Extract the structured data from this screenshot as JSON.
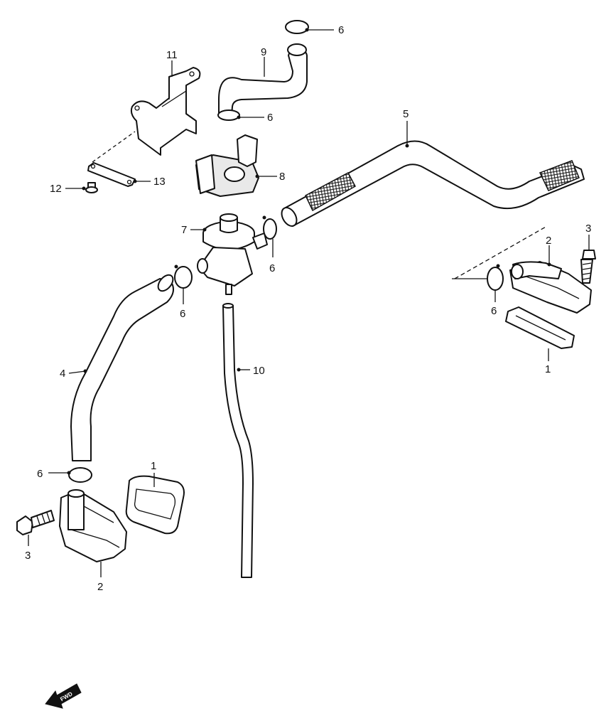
{
  "diagram": {
    "callouts": [
      {
        "id": "c11",
        "text": "11"
      },
      {
        "id": "c9",
        "text": "9"
      },
      {
        "id": "c6a",
        "text": "6"
      },
      {
        "id": "c6b",
        "text": "6"
      },
      {
        "id": "c5",
        "text": "5"
      },
      {
        "id": "c8",
        "text": "8"
      },
      {
        "id": "c12",
        "text": "12"
      },
      {
        "id": "c13",
        "text": "13"
      },
      {
        "id": "c7",
        "text": "7"
      },
      {
        "id": "c6c",
        "text": "6"
      },
      {
        "id": "c3a",
        "text": "3"
      },
      {
        "id": "c2a",
        "text": "2"
      },
      {
        "id": "c6d",
        "text": "6"
      },
      {
        "id": "c6e",
        "text": "6"
      },
      {
        "id": "c1a",
        "text": "1"
      },
      {
        "id": "c4",
        "text": "4"
      },
      {
        "id": "c10",
        "text": "10"
      },
      {
        "id": "c1b",
        "text": "1"
      },
      {
        "id": "c6f",
        "text": "6"
      },
      {
        "id": "c3b",
        "text": "3"
      },
      {
        "id": "c2b",
        "text": "2"
      }
    ],
    "direction_arrow": {
      "text": "FWD",
      "icon": "fwd-arrow-icon"
    }
  }
}
